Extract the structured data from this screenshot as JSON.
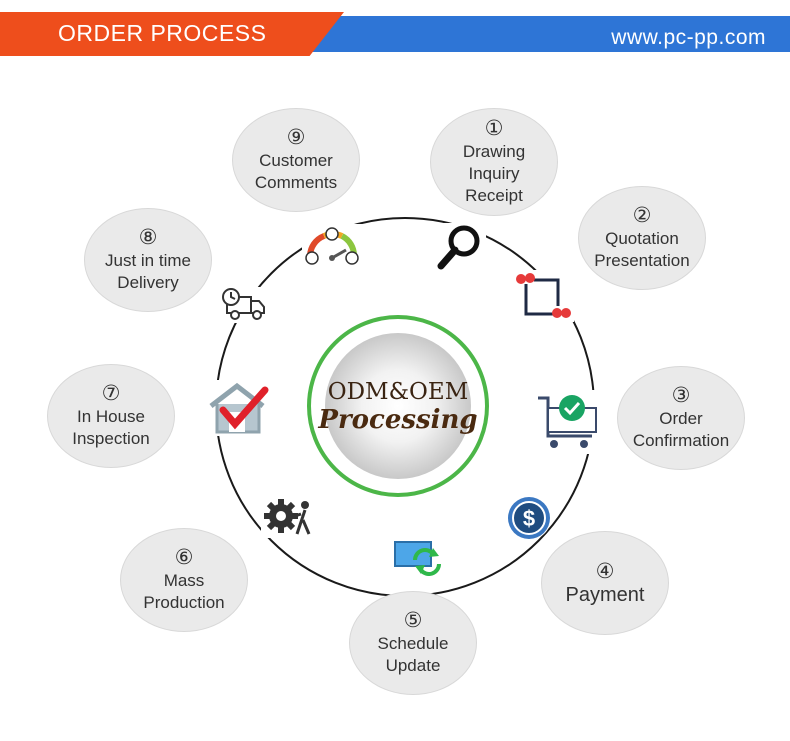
{
  "header": {
    "title": "ORDER PROCESS",
    "url": "www.pc-pp.com",
    "colors": {
      "orange": "#ee4e1c",
      "blue": "#2e75d6"
    }
  },
  "center": {
    "line1": "ODM&OEM",
    "line2": "Processing",
    "ring_color": "#4cb648"
  },
  "steps": [
    {
      "num": "①",
      "lines": [
        "Drawing",
        "Inquiry",
        "Receipt"
      ],
      "icon": "magnifier-icon"
    },
    {
      "num": "②",
      "lines": [
        "Quotation",
        "Presentation"
      ],
      "icon": "quotation-icon"
    },
    {
      "num": "③",
      "lines": [
        "Order",
        "Confirmation"
      ],
      "icon": "cart-check-icon"
    },
    {
      "num": "④",
      "lines": [
        "Payment"
      ],
      "icon": "dollar-icon"
    },
    {
      "num": "⑤",
      "lines": [
        "Schedule",
        "Update"
      ],
      "icon": "refresh-monitor-icon"
    },
    {
      "num": "⑥",
      "lines": [
        "Mass",
        "Production"
      ],
      "icon": "gear-worker-icon"
    },
    {
      "num": "⑦",
      "lines": [
        "In House",
        "Inspection"
      ],
      "icon": "house-check-icon"
    },
    {
      "num": "⑧",
      "lines": [
        "Just in time",
        "Delivery"
      ],
      "icon": "delivery-truck-icon"
    },
    {
      "num": "⑨",
      "lines": [
        "Customer",
        "Comments"
      ],
      "icon": "feedback-gauge-icon"
    }
  ]
}
